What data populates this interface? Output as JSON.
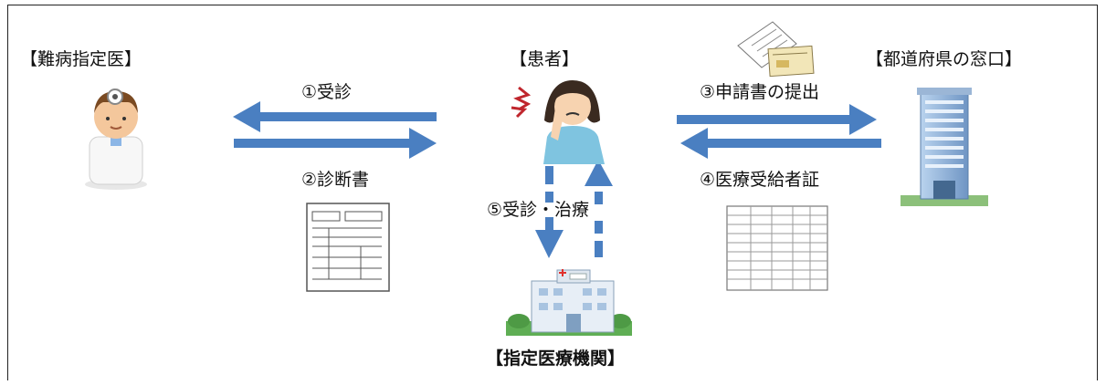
{
  "nodes": {
    "doctor": "【難病指定医】",
    "patient": "【患者】",
    "prefecture": "【都道府県の窓口】",
    "institution": "【指定医療機関】"
  },
  "steps": {
    "step1": "①受診",
    "step2": "②診断書",
    "step3": "③申請書の提出",
    "step4": "④医療受給者証",
    "step5": "⑤受診・治療"
  },
  "colors": {
    "arrow": "#4a7fc1",
    "frame": "#222222"
  },
  "icons": [
    "doctor-icon",
    "patient-icon",
    "office-building-icon",
    "hospital-icon",
    "diagnosis-form-icon",
    "application-documents-icon",
    "certificate-table-icon"
  ]
}
